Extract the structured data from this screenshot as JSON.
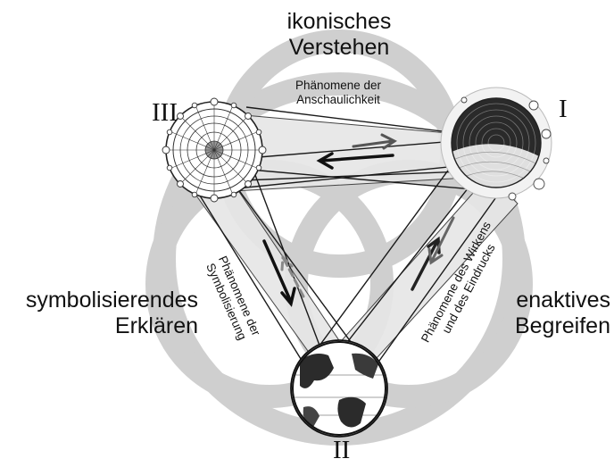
{
  "colors": {
    "background": "#ffffff",
    "trefoil": "#cfcfcf",
    "text": "#111111",
    "band": "#e6e6e6",
    "line": "#1a1a1a"
  },
  "nodes": [
    {
      "id": "III",
      "label": "III",
      "depicts": "astrolabe-clock-dial"
    },
    {
      "id": "I",
      "label": "I",
      "depicts": "tree-trunk-rings"
    },
    {
      "id": "II",
      "label": "II",
      "depicts": "earth-globe"
    }
  ],
  "modes": {
    "iconic": "ikonisches\nVerstehen",
    "symbolic": "symbolisierendes\nErklären",
    "enactive": "enaktives\nBegreifen"
  },
  "phenomena": {
    "top": "Phänomene der\nAnschaulichkeit",
    "left": "Phänomene der\nSymbolisierung",
    "right": "Phänomene des Wirkens\nund des Eindrucks"
  }
}
